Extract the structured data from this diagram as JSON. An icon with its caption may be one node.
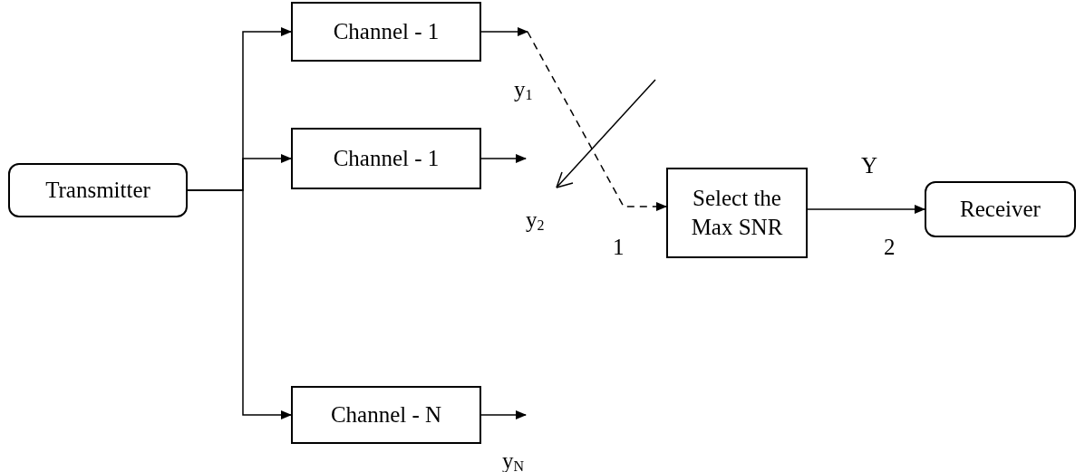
{
  "diagram": {
    "nodes": [
      {
        "text": [
          "Transmitter"
        ]
      },
      {
        "text": [
          "Channel - 1"
        ]
      },
      {
        "text": [
          "Channel - 1"
        ]
      },
      {
        "text": [
          "Channel - N"
        ]
      },
      {
        "text": [
          "Select the Max SNR"
        ]
      },
      {
        "text": [
          "Receiver"
        ]
      }
    ],
    "edges": [
      {
        "from": 0,
        "to": 1,
        "arrow": "to"
      },
      {
        "from": 0,
        "to": 2,
        "arrow": "to"
      },
      {
        "from": 0,
        "to": 3,
        "arrow": "to"
      },
      {
        "from": 1,
        "to": null,
        "arrow": "to"
      },
      {
        "from": 2,
        "to": null,
        "arrow": "to"
      },
      {
        "from": 3,
        "to": null,
        "arrow": "to"
      },
      {
        "from": null,
        "to": 4,
        "arrow": "to",
        "style": "dashed"
      },
      {
        "from": 4,
        "to": 5,
        "arrow": "to"
      }
    ],
    "labels": [
      "y$_{1}$",
      "Y",
      "y$_{2}$",
      "1",
      "2",
      "y$_{N}$"
    ]
  }
}
